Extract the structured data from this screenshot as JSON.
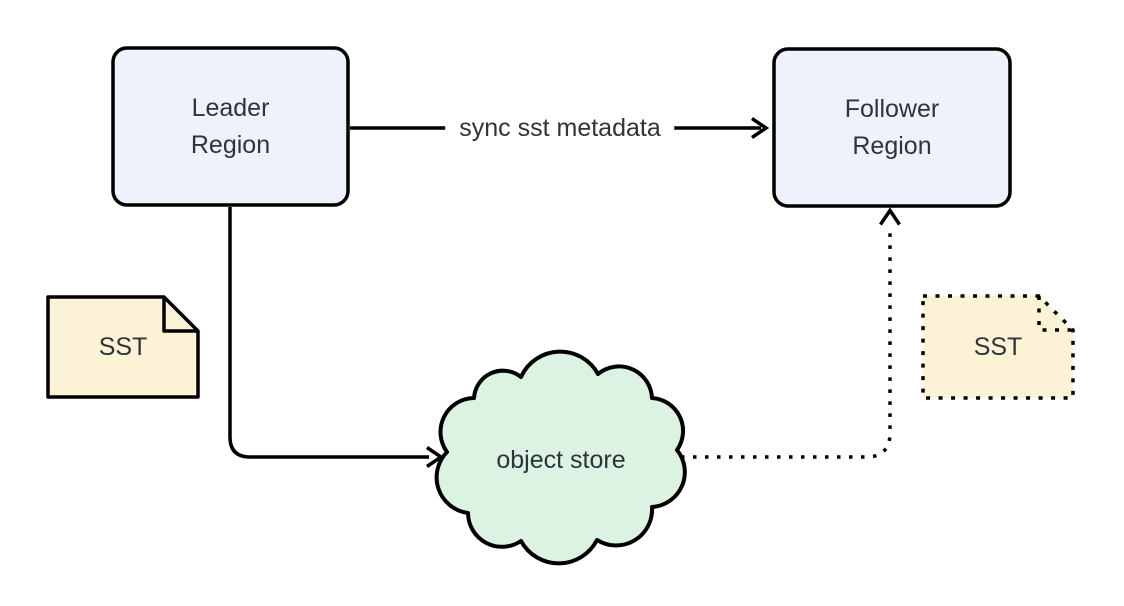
{
  "nodes": {
    "leader": {
      "label": "Leader\nRegion",
      "shape": "rounded-rectangle"
    },
    "follower": {
      "label": "Follower\nRegion",
      "shape": "rounded-rectangle"
    },
    "object_store": {
      "label": "object store",
      "shape": "cloud"
    },
    "sst_left": {
      "label": "SST",
      "shape": "file-note",
      "border": "solid"
    },
    "sst_right": {
      "label": "SST",
      "shape": "file-note",
      "border": "dotted"
    }
  },
  "edges": {
    "sync_metadata": {
      "label": "sync sst metadata",
      "from": "leader",
      "to": "follower",
      "style": "solid"
    },
    "upload_sst": {
      "from": "leader",
      "to": "object_store",
      "style": "solid"
    },
    "replicate_sst": {
      "from": "object_store",
      "to": "follower",
      "style": "dotted"
    }
  },
  "colors": {
    "background": "#ffffff",
    "region_fill": "#eef2fb",
    "sst_fill": "#fcf2d5",
    "cloud_fill": "#dcf2e3",
    "stroke": "#000000",
    "text": "#2e343a"
  }
}
